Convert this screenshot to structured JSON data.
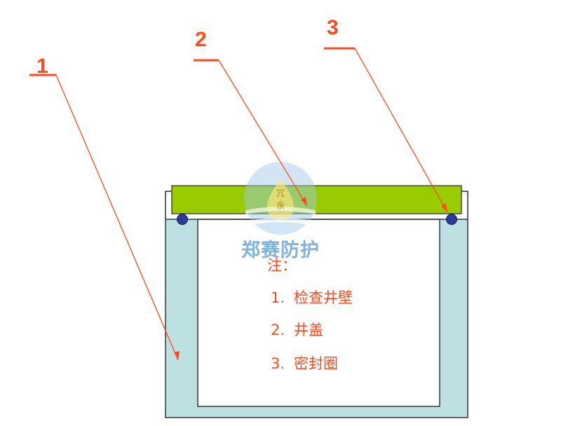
{
  "callouts": [
    {
      "number": "1",
      "target": "inspection-well-wall"
    },
    {
      "number": "2",
      "target": "well-cover"
    },
    {
      "number": "3",
      "target": "sealing-ring"
    }
  ],
  "note": {
    "heading": "注：",
    "items": [
      {
        "index": "1.",
        "text": "检查井壁"
      },
      {
        "index": "2.",
        "text": "井盖"
      },
      {
        "index": "3.",
        "text": "密封圈"
      }
    ]
  },
  "watermark": {
    "company": "郑赛防护",
    "badge_top": "冗",
    "badge_bottom": "余"
  },
  "colors": {
    "callout": "#ff4a1c",
    "well_wall": "#bde0e3",
    "cover": "#99cc00",
    "seal": "#2a3d9e",
    "outline": "#404040",
    "watermark": "#5b9bd5"
  }
}
